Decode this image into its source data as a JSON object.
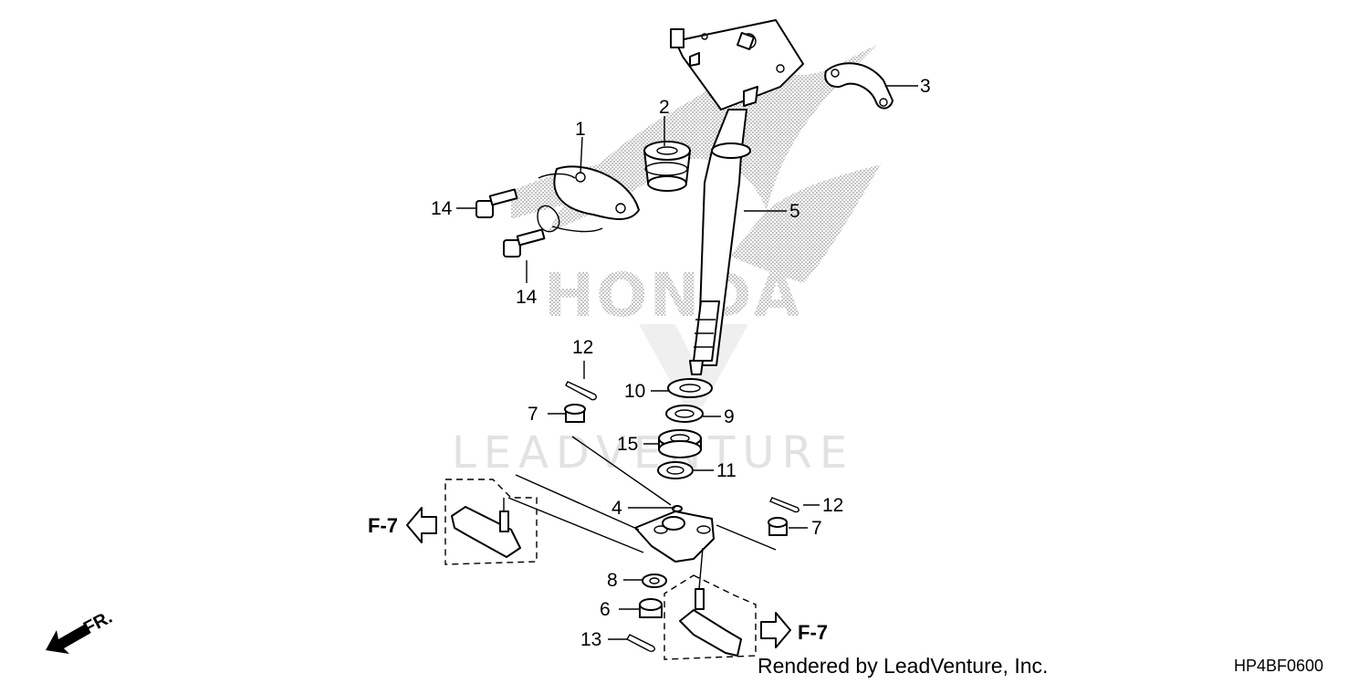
{
  "watermarks": {
    "brand": "HONDA",
    "dealer": "LEADVENTURE"
  },
  "callouts": [
    {
      "id": "c1",
      "label": "1"
    },
    {
      "id": "c2",
      "label": "2"
    },
    {
      "id": "c3",
      "label": "3"
    },
    {
      "id": "c4",
      "label": "4"
    },
    {
      "id": "c5",
      "label": "5"
    },
    {
      "id": "c6",
      "label": "6"
    },
    {
      "id": "c7a",
      "label": "7"
    },
    {
      "id": "c7b",
      "label": "7"
    },
    {
      "id": "c8",
      "label": "8"
    },
    {
      "id": "c9",
      "label": "9"
    },
    {
      "id": "c10",
      "label": "10"
    },
    {
      "id": "c11",
      "label": "11"
    },
    {
      "id": "c12a",
      "label": "12"
    },
    {
      "id": "c12b",
      "label": "12"
    },
    {
      "id": "c13",
      "label": "13"
    },
    {
      "id": "c14a",
      "label": "14"
    },
    {
      "id": "c14b",
      "label": "14"
    },
    {
      "id": "c15",
      "label": "15"
    }
  ],
  "references": {
    "left": "F-7",
    "right": "F-7"
  },
  "direction_label": "FR.",
  "footer": {
    "credit": "Rendered by LeadVenture, Inc.",
    "code": "HP4BF0600"
  }
}
